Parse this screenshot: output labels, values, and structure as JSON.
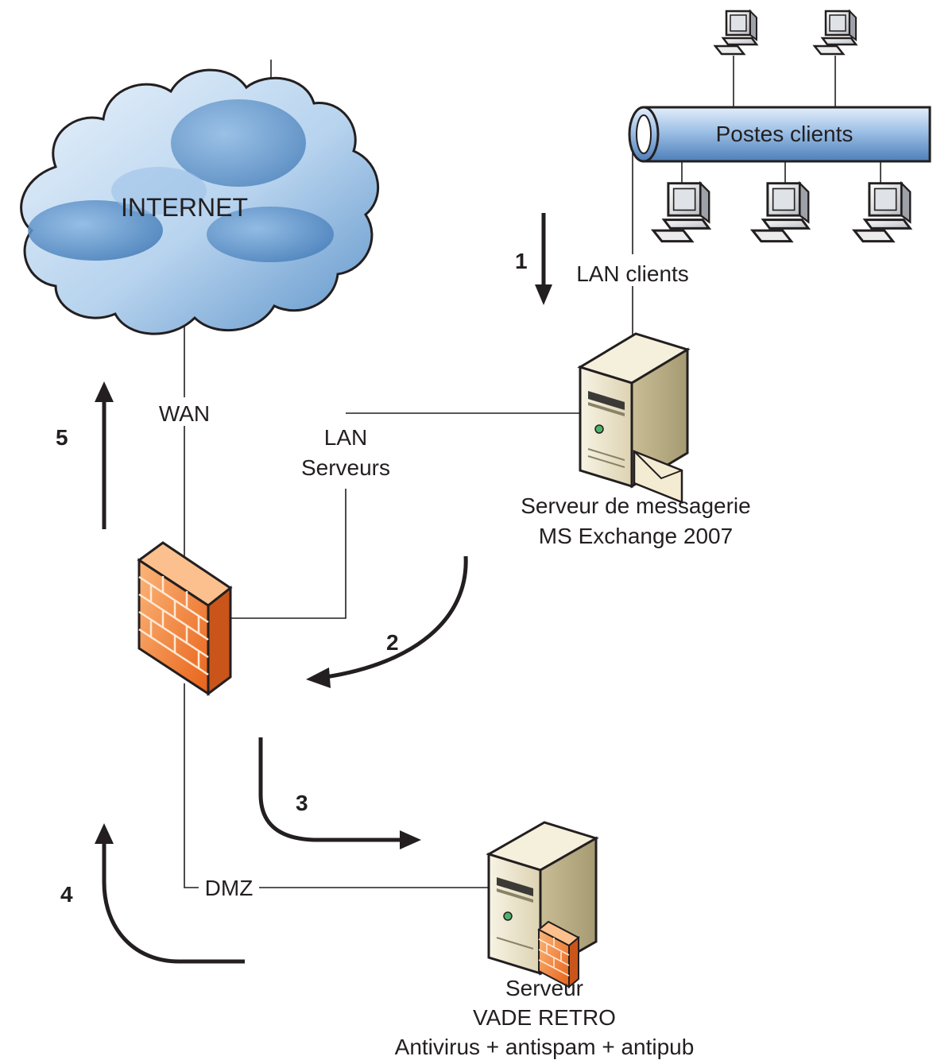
{
  "nodes": {
    "internet": "INTERNET",
    "clients_bus": "Postes clients",
    "mail_server": [
      "Serveur de messagerie",
      "MS Exchange 2007"
    ],
    "vade_server": [
      "Serveur",
      "VADE RETRO",
      "Antivirus + antispam + antipub"
    ]
  },
  "links": {
    "wan": "WAN",
    "lan_clients": "LAN clients",
    "lan_servers": [
      "LAN",
      "Serveurs"
    ],
    "dmz": "DMZ"
  },
  "steps": [
    "1",
    "2",
    "3",
    "4",
    "5"
  ],
  "colors": {
    "cloud_light": "#dbe9f6",
    "cloud_dark": "#4f86bf",
    "pipe": "#7aa7d6",
    "firewall": "#f07a24",
    "server_body": "#e9e1c7",
    "line": "#231f20"
  },
  "icons": [
    "cloud-icon",
    "workstation-icon",
    "server-icon",
    "firewall-icon",
    "envelope-icon"
  ]
}
